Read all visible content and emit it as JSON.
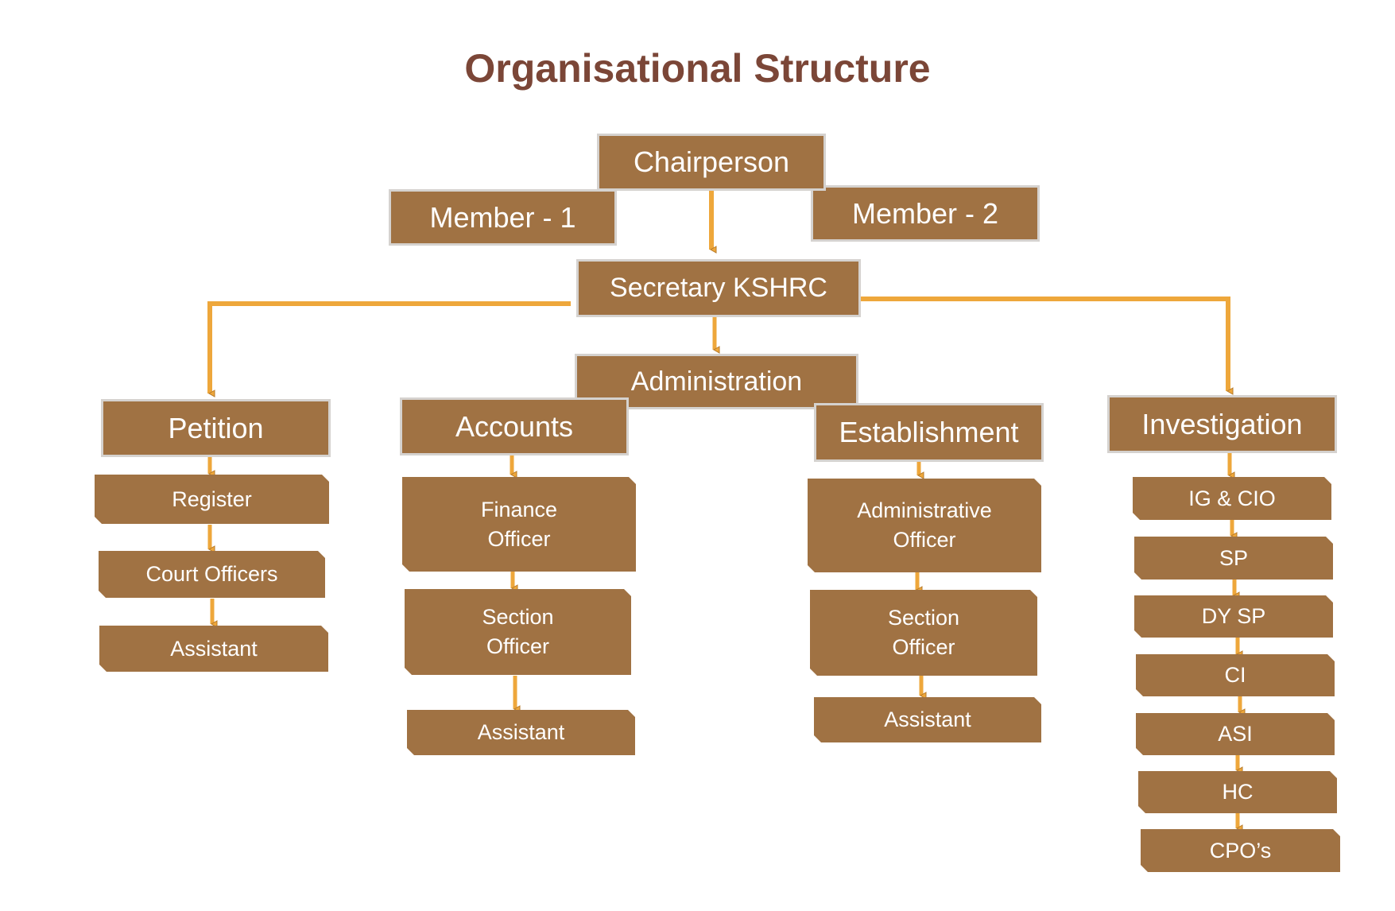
{
  "title": "Organisational Structure",
  "colors": {
    "title": "#7b4637",
    "box_fill": "#a07243",
    "box_text": "#ffffff",
    "box_border": "#d5d2cf",
    "connector": "#eea73b",
    "connector_outline": "#b67a2a"
  },
  "top": {
    "chairperson": "Chairperson",
    "member1": "Member - 1",
    "member2": "Member - 2",
    "secretary": "Secretary KSHRC",
    "administration": "Administration"
  },
  "sections": {
    "petition": {
      "head": "Petition",
      "items": [
        "Register",
        "Court Officers",
        "Assistant"
      ]
    },
    "accounts": {
      "head": "Accounts",
      "items": [
        "Finance\nOfficer",
        "Section\nOfficer",
        "Assistant"
      ]
    },
    "establishment": {
      "head": "Establishment",
      "items": [
        "Administrative\nOfficer",
        "Section\nOfficer",
        "Assistant"
      ]
    },
    "investigation": {
      "head": "Investigation",
      "items": [
        "IG & CIO",
        "SP",
        "DY SP",
        "CI",
        "ASI",
        "HC",
        "CPO’s"
      ]
    }
  }
}
